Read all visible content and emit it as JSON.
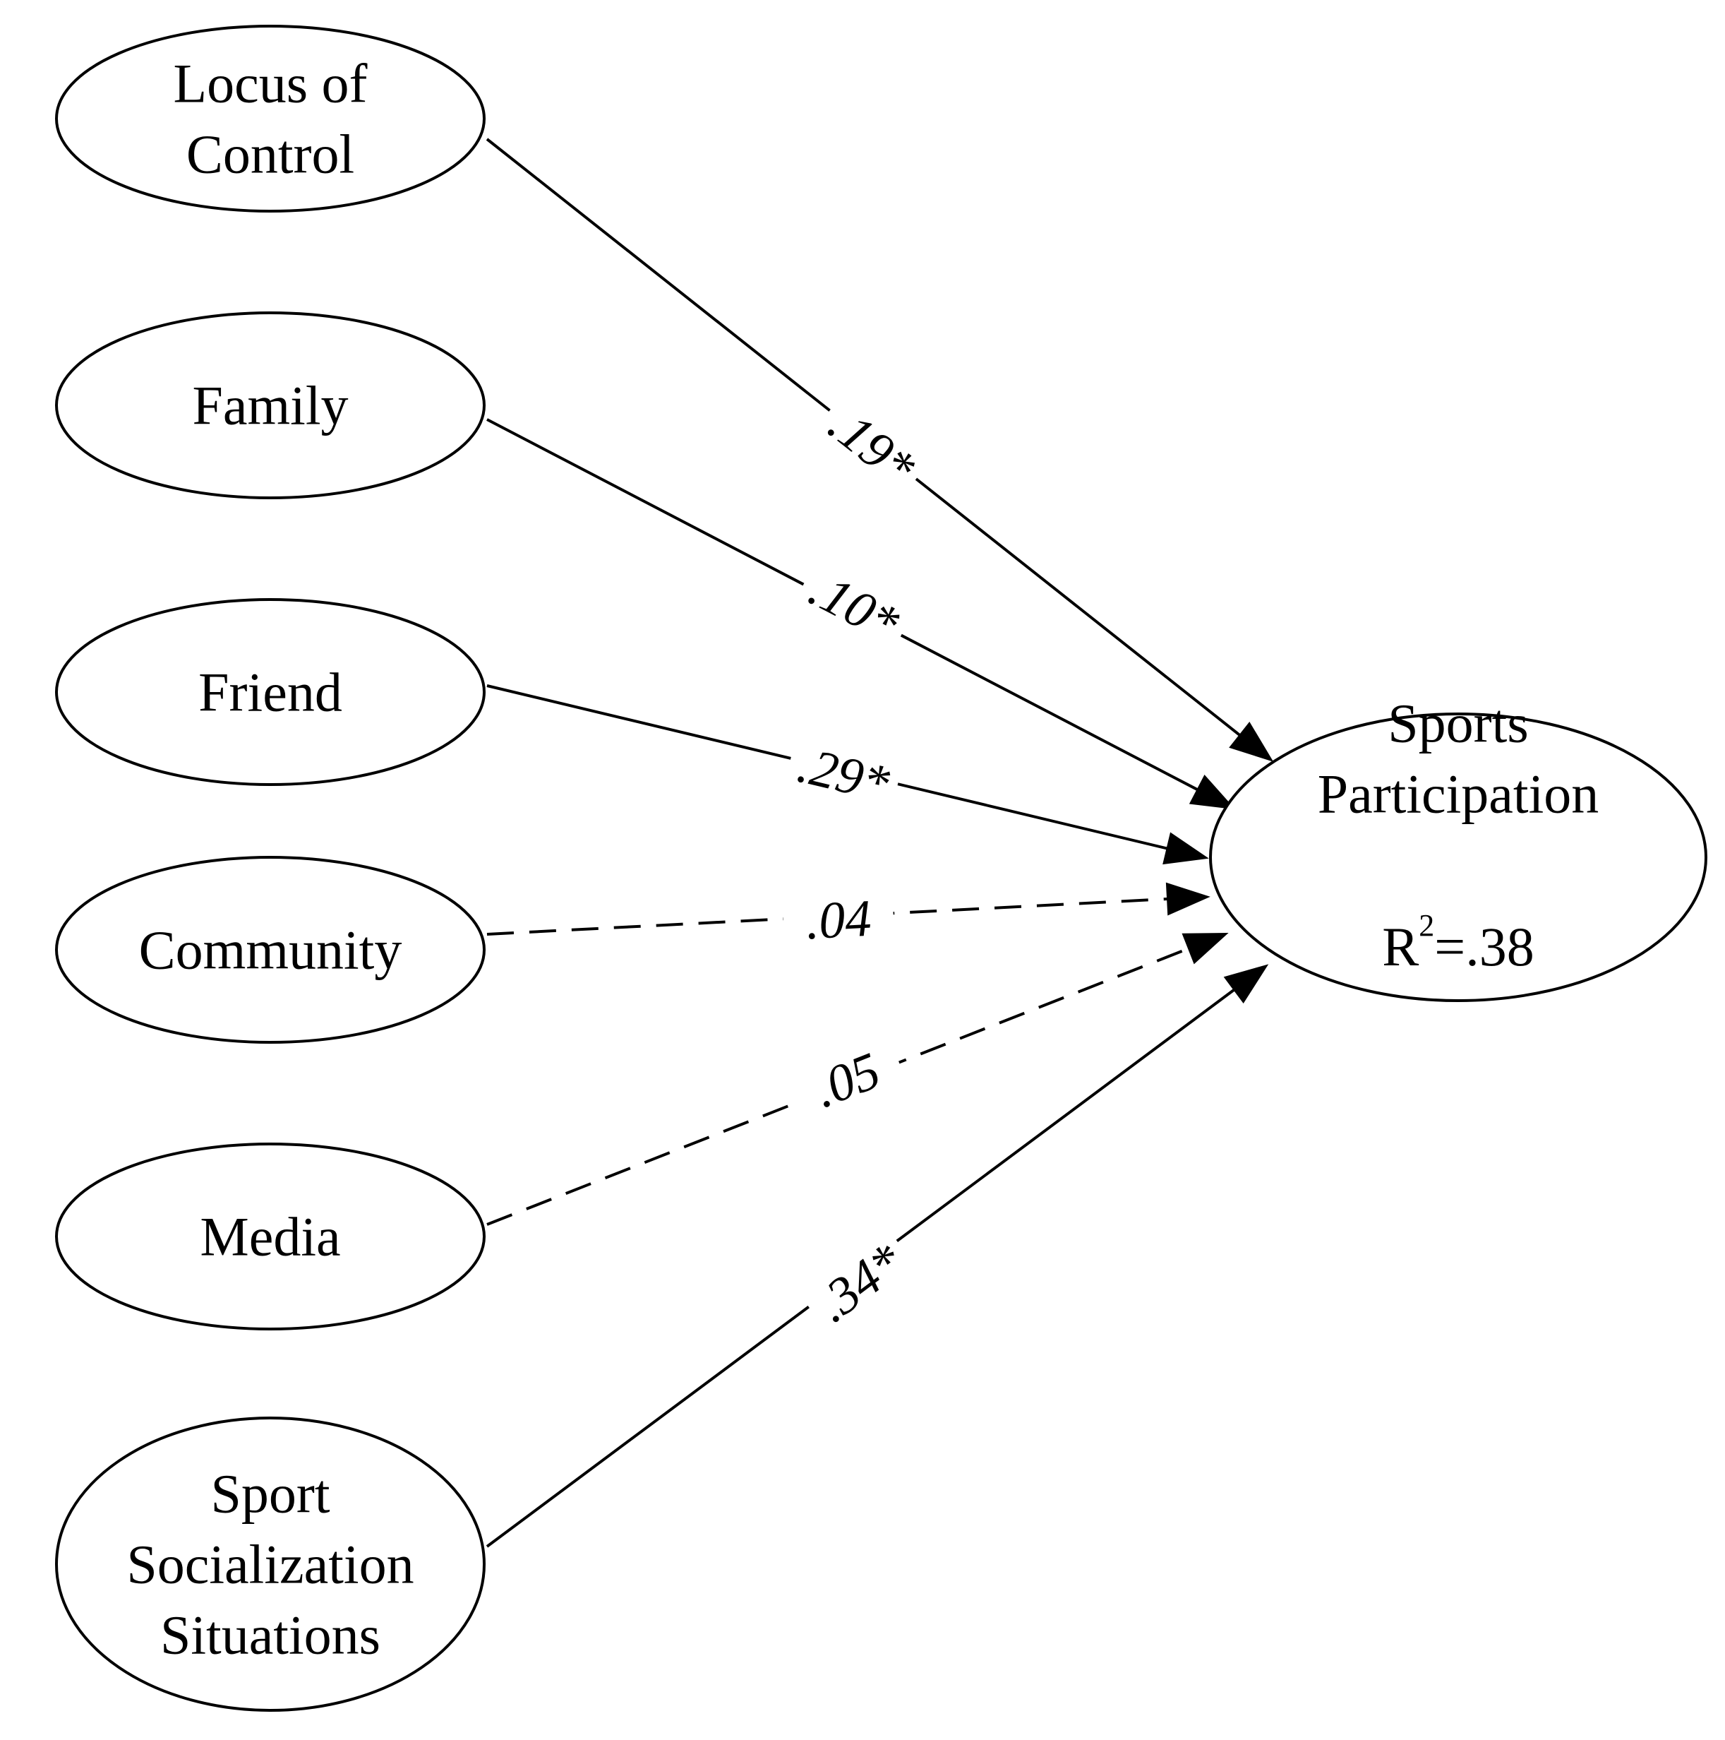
{
  "colors": {
    "stroke": "#000000",
    "background": "#ffffff"
  },
  "predictors": [
    {
      "id": "locus",
      "lines": [
        "Locus of",
        "Control"
      ]
    },
    {
      "id": "family",
      "lines": [
        "Family"
      ]
    },
    {
      "id": "friend",
      "lines": [
        "Friend"
      ]
    },
    {
      "id": "community",
      "lines": [
        "Community"
      ]
    },
    {
      "id": "media",
      "lines": [
        "Media"
      ]
    },
    {
      "id": "sport-socialization",
      "lines": [
        "Sport",
        "Socialization",
        "Situations"
      ]
    }
  ],
  "outcome": {
    "id": "sports-participation",
    "lines": [
      "Sports",
      "Participation"
    ],
    "r2_prefix": "R",
    "r2_superscript": "2",
    "r2_value": "=.38"
  },
  "paths": [
    {
      "from": "locus",
      "coefficient": ".19*",
      "significant": true
    },
    {
      "from": "family",
      "coefficient": ".10*",
      "significant": true
    },
    {
      "from": "friend",
      "coefficient": ".29*",
      "significant": true
    },
    {
      "from": "community",
      "coefficient": ".04",
      "significant": false
    },
    {
      "from": "media",
      "coefficient": ".05",
      "significant": false
    },
    {
      "from": "sport-socialization",
      "coefficient": ".34*",
      "significant": true
    }
  ]
}
